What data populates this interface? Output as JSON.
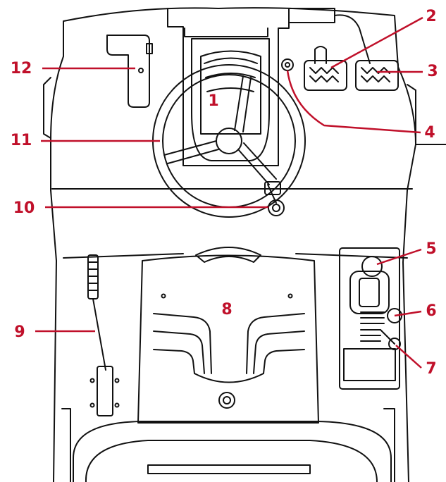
{
  "colors": {
    "accent": "#c0102a",
    "ink": "#111111",
    "paper": "#ffffff"
  },
  "callouts": [
    {
      "id": "c1",
      "label": "1"
    },
    {
      "id": "c2",
      "label": "2"
    },
    {
      "id": "c3",
      "label": "3"
    },
    {
      "id": "c4",
      "label": "4"
    },
    {
      "id": "c5",
      "label": "5"
    },
    {
      "id": "c6",
      "label": "6"
    },
    {
      "id": "c7",
      "label": "7"
    },
    {
      "id": "c8",
      "label": "8"
    },
    {
      "id": "c9",
      "label": "9"
    },
    {
      "id": "c10",
      "label": "10"
    },
    {
      "id": "c11",
      "label": "11"
    },
    {
      "id": "c12",
      "label": "12"
    }
  ]
}
